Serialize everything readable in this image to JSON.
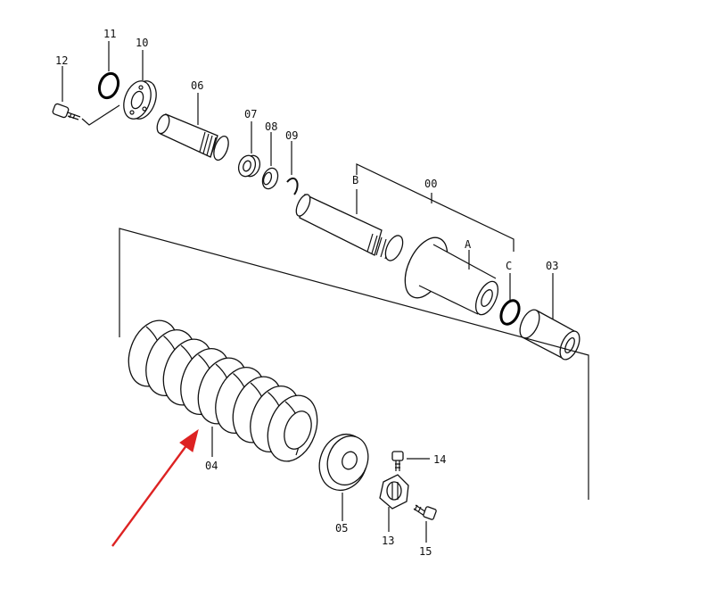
{
  "diagram": {
    "callouts": {
      "p00": "00",
      "p03": "03",
      "p04": "04",
      "p05": "05",
      "p06": "06",
      "p07": "07",
      "p08": "08",
      "p09": "09",
      "p10": "10",
      "p11": "11",
      "p12": "12",
      "p13": "13",
      "p14": "14",
      "p15": "15",
      "A": "A",
      "B": "B",
      "C": "C"
    },
    "colors": {
      "line": "#111111",
      "arrow": "#dd2222",
      "background": "#ffffff"
    }
  }
}
